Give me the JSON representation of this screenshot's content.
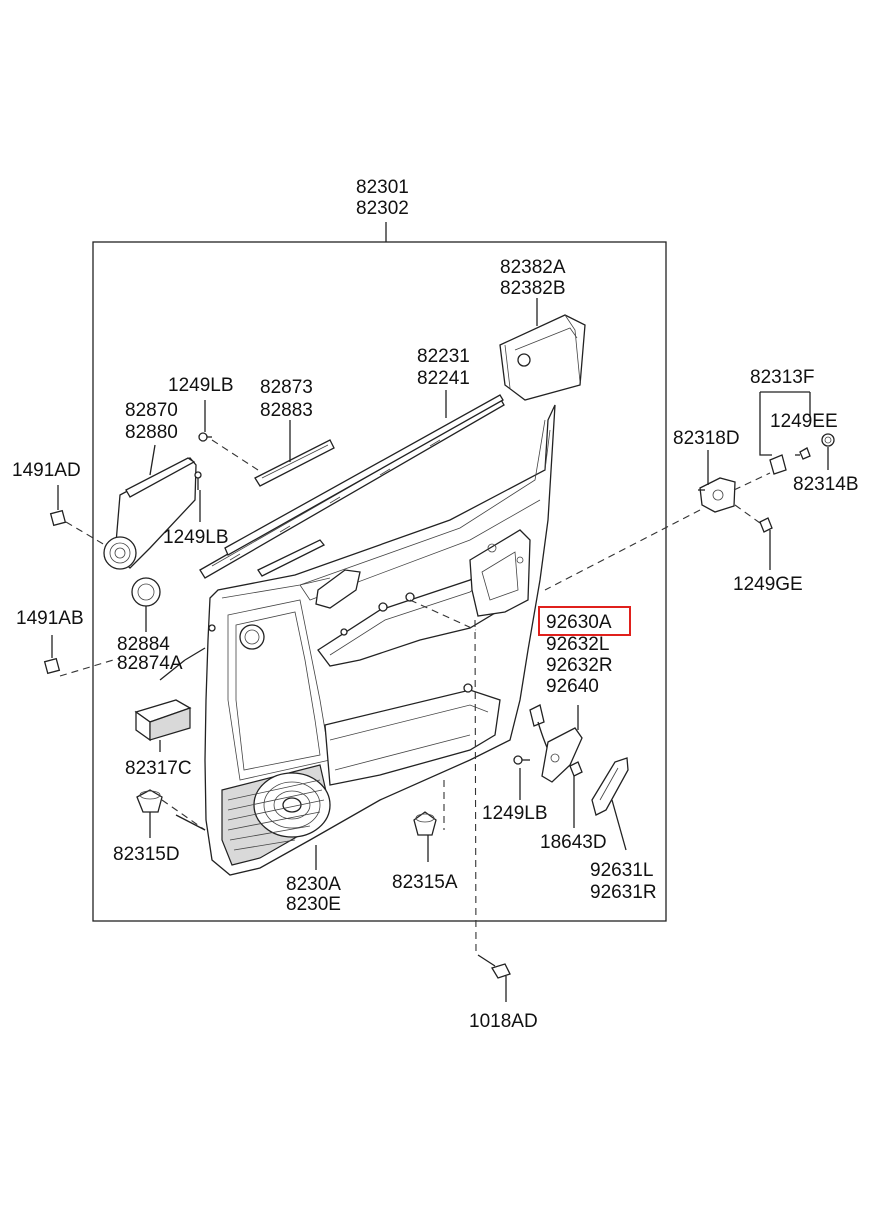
{
  "labels": {
    "p82301": "82301",
    "p82302": "82302",
    "p82382A": "82382A",
    "p82382B": "82382B",
    "p82231": "82231",
    "p82241": "82241",
    "p1249LB_top": "1249LB",
    "p82873": "82873",
    "p82883": "82883",
    "p82870": "82870",
    "p82880": "82880",
    "p1491AD": "1491AD",
    "p1249LB_mid": "1249LB",
    "p82313F": "82313F",
    "p1249EE": "1249EE",
    "p82318D": "82318D",
    "p82314B": "82314B",
    "p1249GE": "1249GE",
    "p1491AB": "1491AB",
    "p82884": "82884",
    "p82874A": "82874A",
    "p92630A": "92630A",
    "p92632L": "92632L",
    "p92632R": "92632R",
    "p92640": "92640",
    "p82317C": "82317C",
    "p1249LB_low": "1249LB",
    "p18643D": "18643D",
    "p82315D": "82315D",
    "p8230A": "8230A",
    "p8230E": "8230E",
    "p82315A": "82315A",
    "p92631L": "92631L",
    "p92631R": "92631R",
    "p1018AD": "1018AD"
  },
  "highlight": {
    "part": "92630A",
    "color": "#e0201c"
  }
}
